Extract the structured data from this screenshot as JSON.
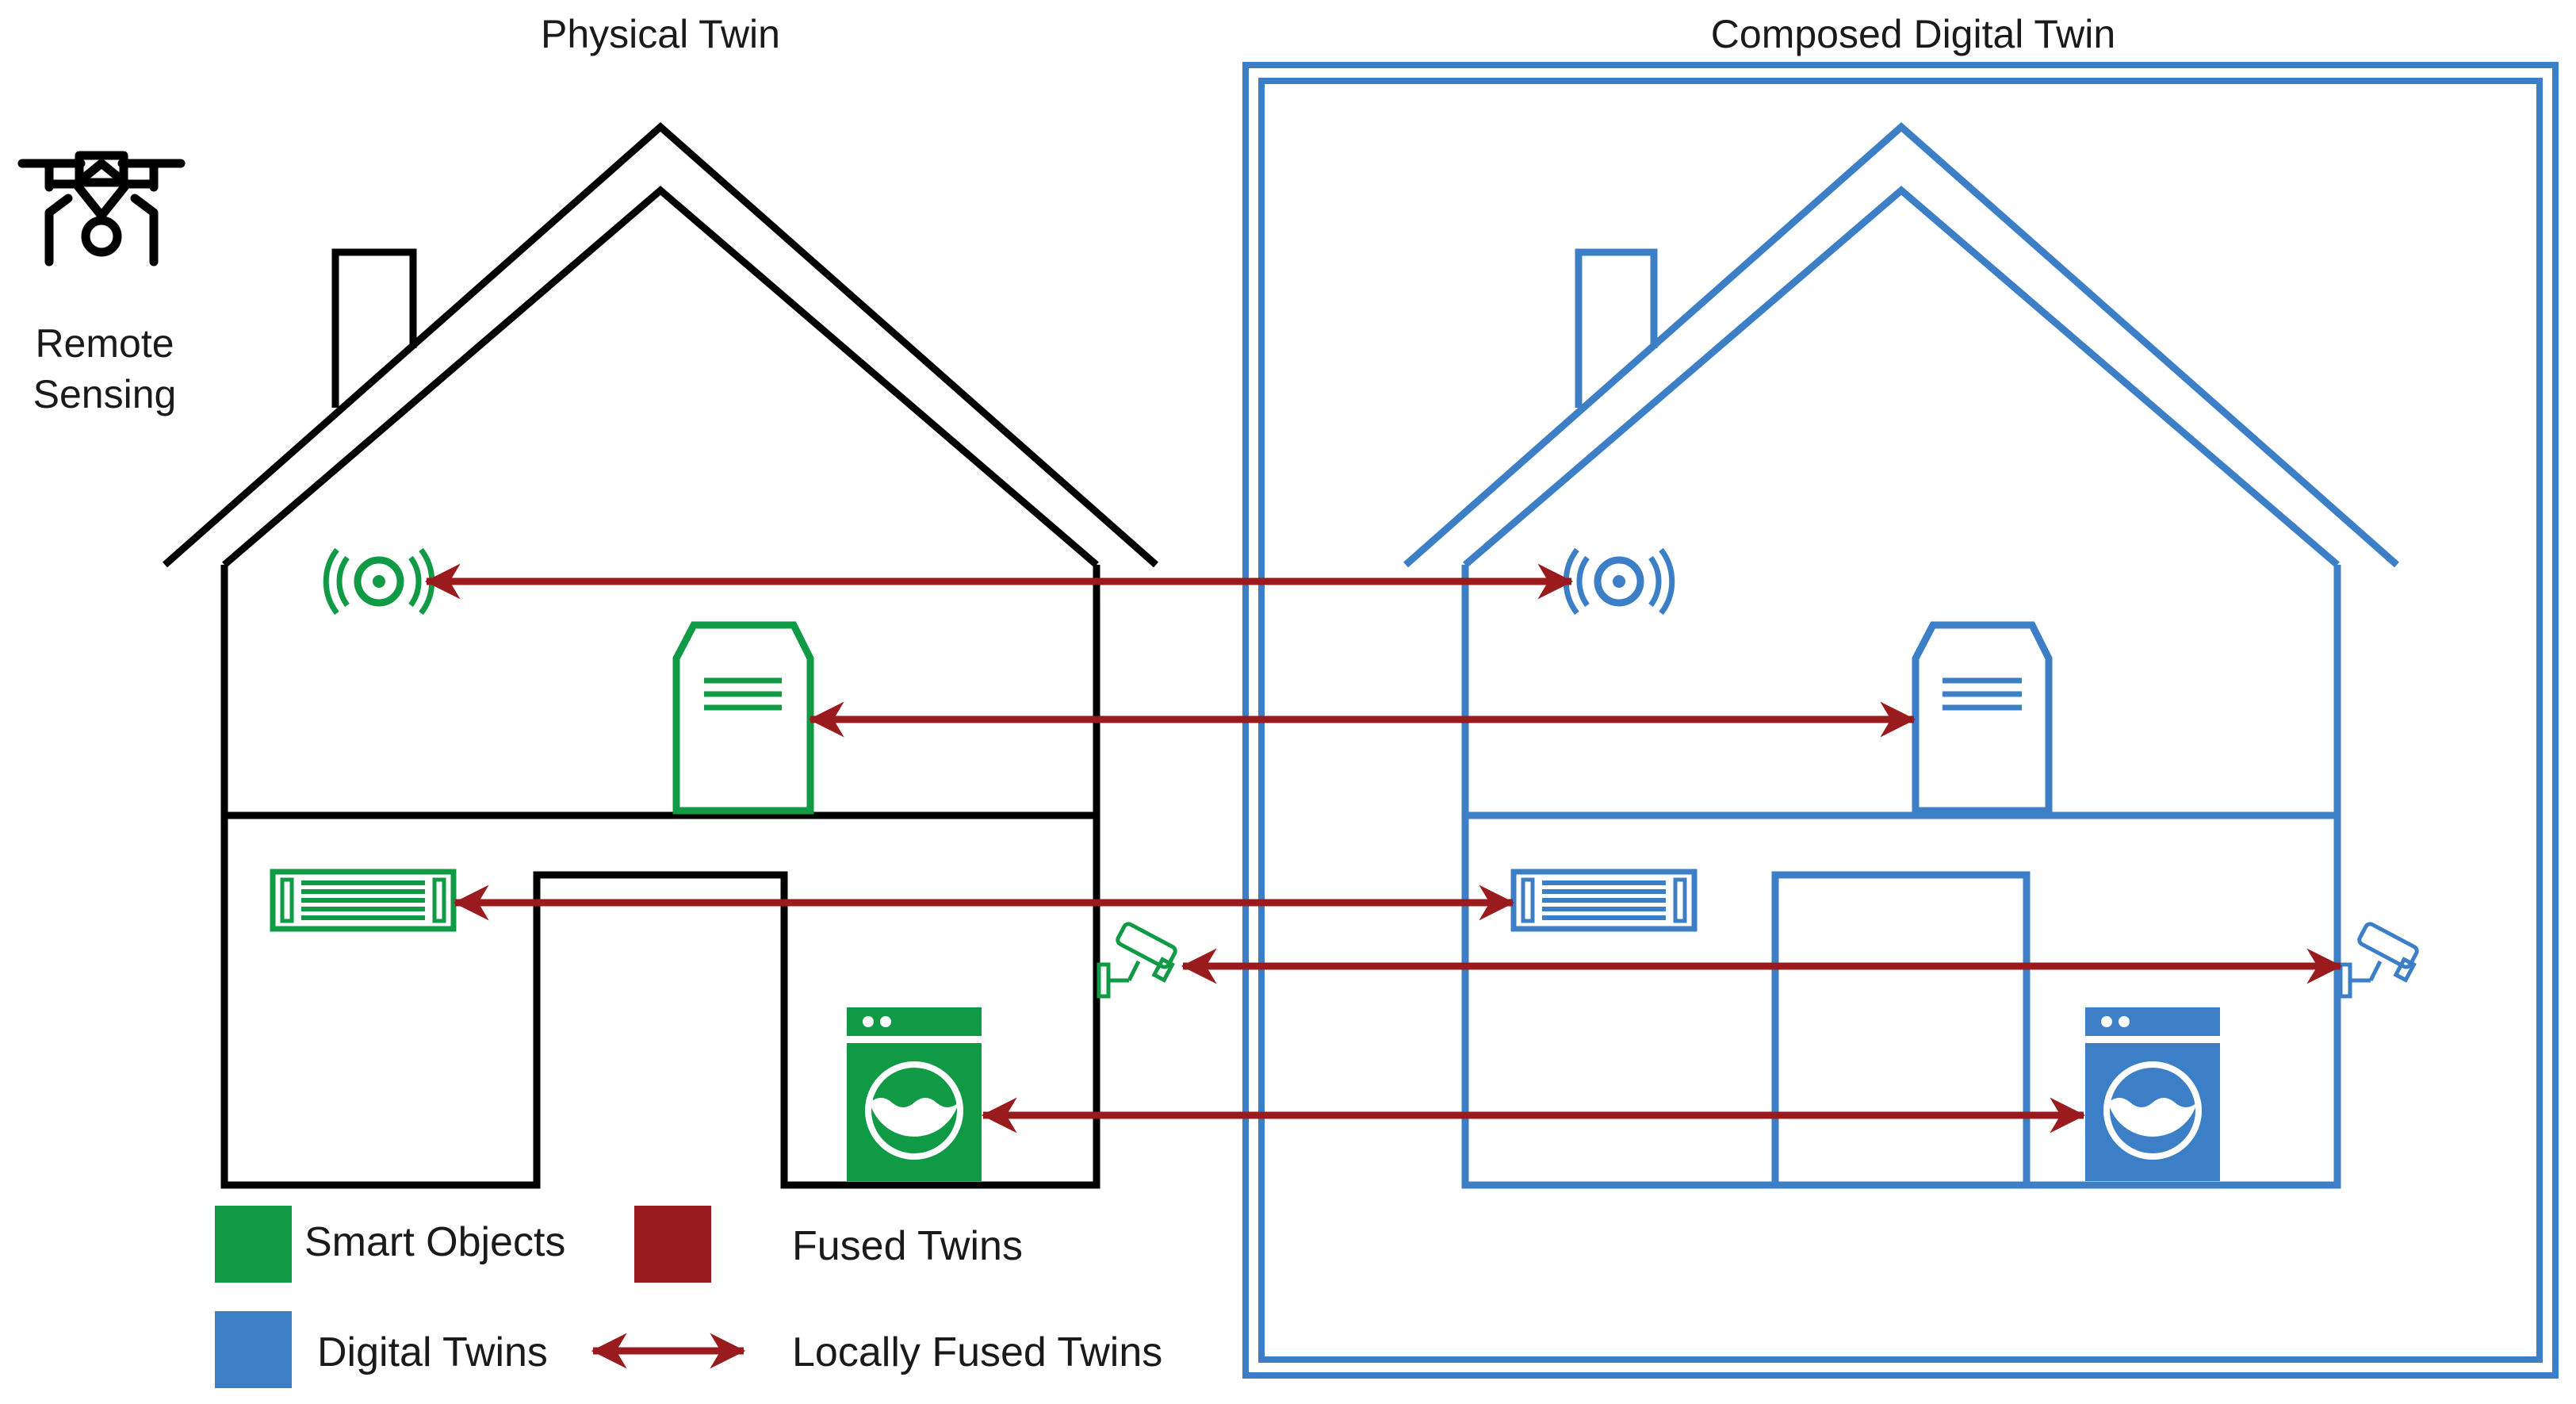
{
  "titles": {
    "physical": "Physical Twin",
    "digital": "Composed Digital Twin"
  },
  "side_label": {
    "line1": "Remote",
    "line2": "Sensing"
  },
  "legend": {
    "smart_objects": "Smart Objects",
    "fused_twins": "Fused Twins",
    "digital_twins": "Digital Twins",
    "locally_fused_twins": "Locally Fused Twins"
  },
  "colors": {
    "physical": "#000000",
    "smart_object": "#119a46",
    "digital": "#3d7fc6",
    "fused": "#991b1e"
  },
  "icons": {
    "remote_sensing": "drone-icon",
    "sensor": "wireless-sensor-icon",
    "cabinet": "server-cabinet-icon",
    "radiator": "radiator-heater-icon",
    "camera": "security-camera-icon",
    "washer": "washing-machine-icon"
  }
}
